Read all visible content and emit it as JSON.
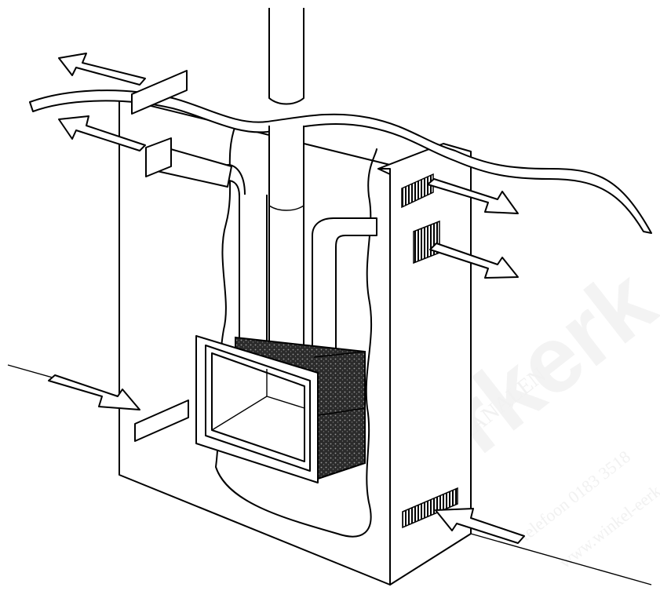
{
  "watermark": {
    "brand": "eerkerk",
    "line": "PIJPEN & ROOKKANALEN",
    "phone": "telefoon 0183 3518",
    "web": "www.winkel-eerk"
  },
  "colors": {
    "ink": "#000000",
    "paper": "#ffffff",
    "insulation": "#2a2a2a",
    "watermark": "#f1f1f1"
  }
}
